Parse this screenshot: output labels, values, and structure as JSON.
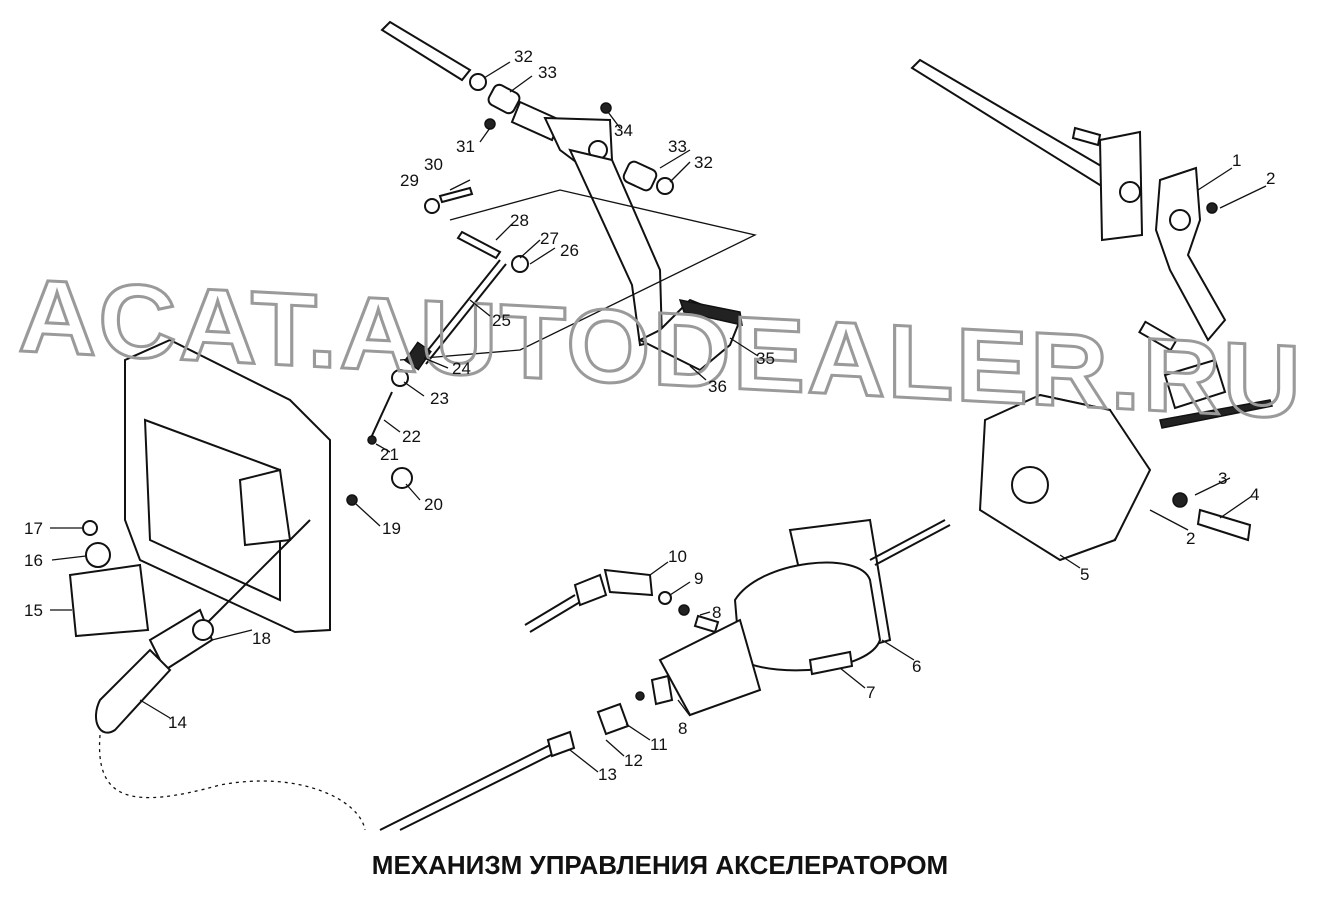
{
  "watermark": "ACAT.AUTODEALER.RU",
  "caption": "МЕХАНИЗМ УПРАВЛЕНИЯ АКСЕЛЕРАТОРОМ",
  "callouts": [
    "1",
    "2",
    "2",
    "3",
    "4",
    "5",
    "6",
    "7",
    "8",
    "8",
    "9",
    "10",
    "11",
    "12",
    "13",
    "14",
    "15",
    "16",
    "17",
    "18",
    "19",
    "20",
    "21",
    "22",
    "23",
    "24",
    "25",
    "26",
    "27",
    "28",
    "29",
    "30",
    "31",
    "32",
    "32",
    "33",
    "33",
    "34",
    "35",
    "36"
  ]
}
